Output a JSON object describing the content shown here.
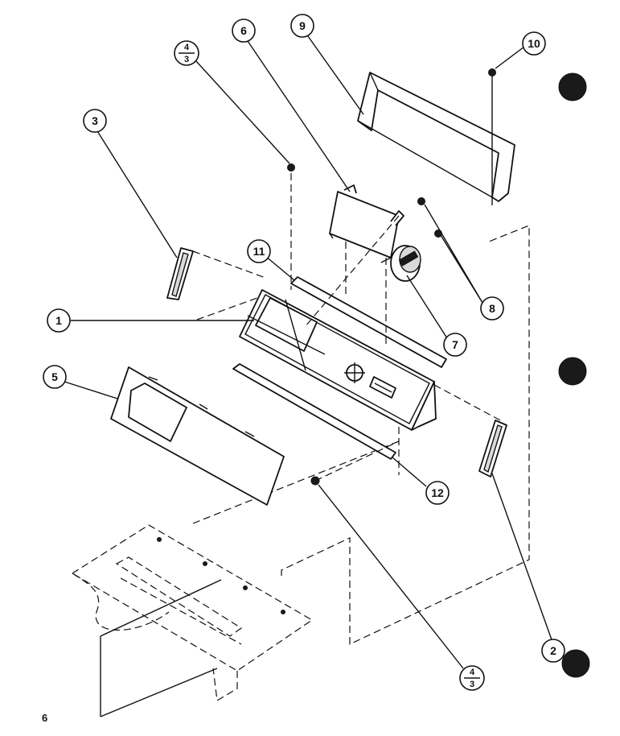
{
  "callouts": {
    "c1": "1",
    "c2": "2",
    "c3": "3",
    "c5": "5",
    "c6": "6",
    "c7": "7",
    "c8": "8",
    "c9": "9",
    "c10": "10",
    "c11": "11",
    "c12": "12",
    "c4top": {
      "num": "4",
      "den": "3"
    },
    "c4bottom": {
      "num": "4",
      "den": "3"
    }
  },
  "page_number": "6",
  "icons": {
    "fastener": "screw-icon",
    "punch_hole": "binder-hole-icon"
  }
}
